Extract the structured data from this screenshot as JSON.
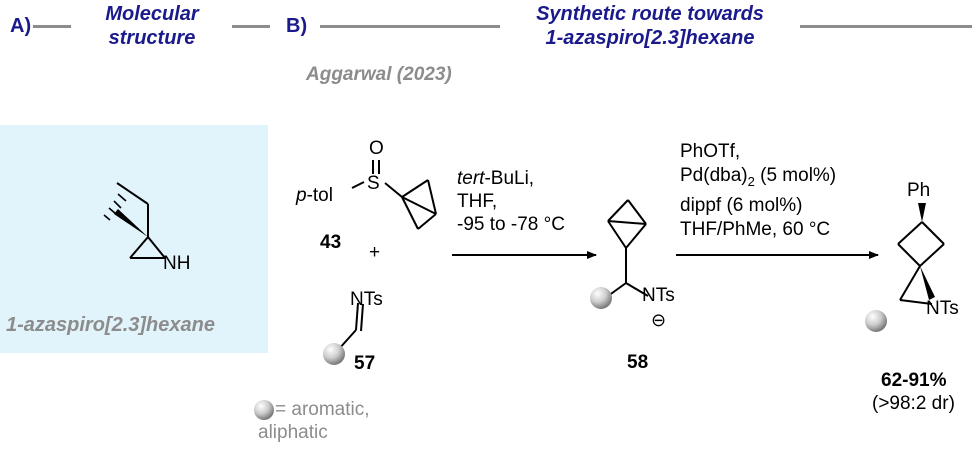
{
  "section_a": {
    "label": "A)",
    "title_line1": "Molecular",
    "title_line2": "structure"
  },
  "section_b": {
    "label": "B)",
    "title_line1": "Synthetic route towards",
    "title_line2": "1-azaspiro[2.3]hexane",
    "reference": "Aggarwal (2023)"
  },
  "molecule": {
    "name": "1-azaspiro[2.3]hexane",
    "nh": "NH"
  },
  "reagents": {
    "sulfoxide_aryl": "p-tol",
    "sulfoxide_aryl_prefix": "p",
    "sulfoxide_aryl_suffix": "-tol",
    "sulfur": "S",
    "oxygen": "O",
    "compound_43": "43",
    "plus": "+",
    "imine_group": "NTs",
    "compound_57": "57",
    "legend_eq": "= aromatic,",
    "legend_line2": "aliphatic"
  },
  "step1": {
    "line1_italic": "tert",
    "line1_rest": "-BuLi,",
    "line2": "THF,",
    "line3": "-95 to -78 °C"
  },
  "intermediate": {
    "group": "NTs",
    "charge": "⊖",
    "number": "58"
  },
  "step2": {
    "line1": "PhOTf,",
    "line2_a": "Pd(dba)",
    "line2_sub": "2",
    "line2_b": " (5 mol%)",
    "line3": "dippf (6 mol%)",
    "line4": "THF/PhMe, 60 °C"
  },
  "product": {
    "ph": "Ph",
    "group": "NTs",
    "yield": "62-91%",
    "dr": "(>98:2 dr)"
  },
  "colors": {
    "title_blue": "#1a1a8c",
    "gray": "#8c8c8c",
    "panel_bg": "#e2f4fb"
  }
}
